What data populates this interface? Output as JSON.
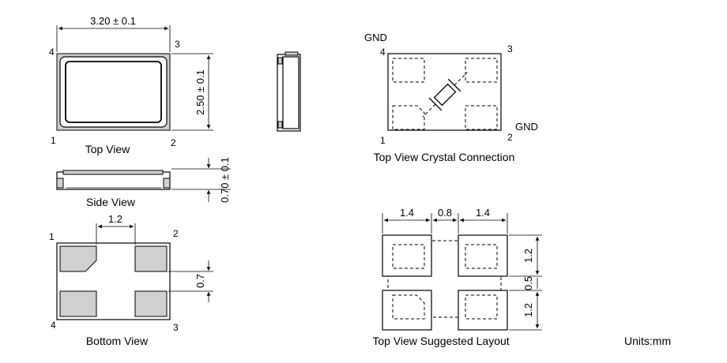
{
  "top_view": {
    "caption": "Top View",
    "width_dim": "3.20 ± 0.1",
    "height_dim": "2.50 ± 0.1",
    "pins": [
      "1",
      "2",
      "3",
      "4"
    ]
  },
  "side_view": {
    "caption": "Side View",
    "thickness_dim": "0.70 ± 0.1"
  },
  "bottom_view": {
    "caption": "Bottom View",
    "pad_spacing_dim": "1.2",
    "pad_height_dim": "0.7",
    "pins": [
      "1",
      "2",
      "3",
      "4"
    ]
  },
  "crystal_connection": {
    "caption": "Top View Crystal Connection",
    "gnd_label_top": "GND",
    "gnd_label_bottom": "GND",
    "pins": [
      "1",
      "2",
      "3",
      "4"
    ]
  },
  "suggested_layout": {
    "caption": "Top View Suggested Layout",
    "dims_top": [
      "1.4",
      "0.8",
      "1.4"
    ],
    "dims_right": [
      "1.2",
      "0.5",
      "1.2"
    ]
  },
  "units": "Units:mm"
}
